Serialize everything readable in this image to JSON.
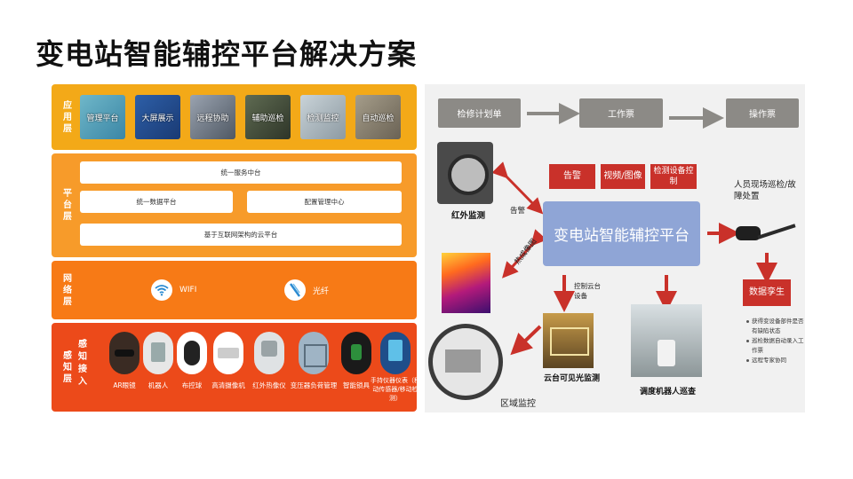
{
  "title": "变电站智能辅控平台解决方案",
  "layers": {
    "app": {
      "label": "应用层",
      "tiles": [
        "管理平台",
        "大屏展示",
        "远程协助",
        "辅助巡检",
        "检测监控",
        "自动巡检"
      ]
    },
    "platform": {
      "label": "平台层",
      "service_center": "统一服务中台",
      "data_platform": "统一数据平台",
      "config_center": "配置管理中心",
      "cloud": "基于互联网架构的云平台"
    },
    "network": {
      "label": "网络层",
      "wifi": "WIFI",
      "fiber": "光纤"
    },
    "sensing": {
      "label": "感知层",
      "sub_label": "感知接入",
      "devices": [
        "AR眼镜",
        "机器人",
        "布控球",
        "高清摄像机",
        "红外热像仪",
        "变压器负荷管理",
        "智能锁具",
        "手持仪器仪表（移动传感器/移动检测）"
      ]
    }
  },
  "flow": {
    "top_boxes": [
      "检修计划单",
      "工作票",
      "操作票"
    ],
    "red_boxes": [
      "告警",
      "视频/图像",
      "检测设备控制"
    ],
    "center": "变电站智能辅控平台",
    "infrared_label": "红外监测",
    "alarm_label": "告警",
    "thermal_label": "热成像图",
    "pantilt_label": "控制云台设备",
    "person_label": "人员现场巡检/故障处置",
    "twin_label": "数据孪生",
    "twin_bullets": [
      "获得变设备部件是否有缺陷状态",
      "巡检数据自动录入工作票",
      "远程专家协同"
    ],
    "camera_label": "云台可见光监测",
    "robot_label": "调度机器人巡查",
    "area_label": "区域监控"
  },
  "colors": {
    "app": "#f3a918",
    "platform": "#f79b2a",
    "network": "#f77a16",
    "sensing": "#ec4a1a",
    "center": "#8fa5d6",
    "red": "#c9312a",
    "gray": "#8c8a86"
  }
}
